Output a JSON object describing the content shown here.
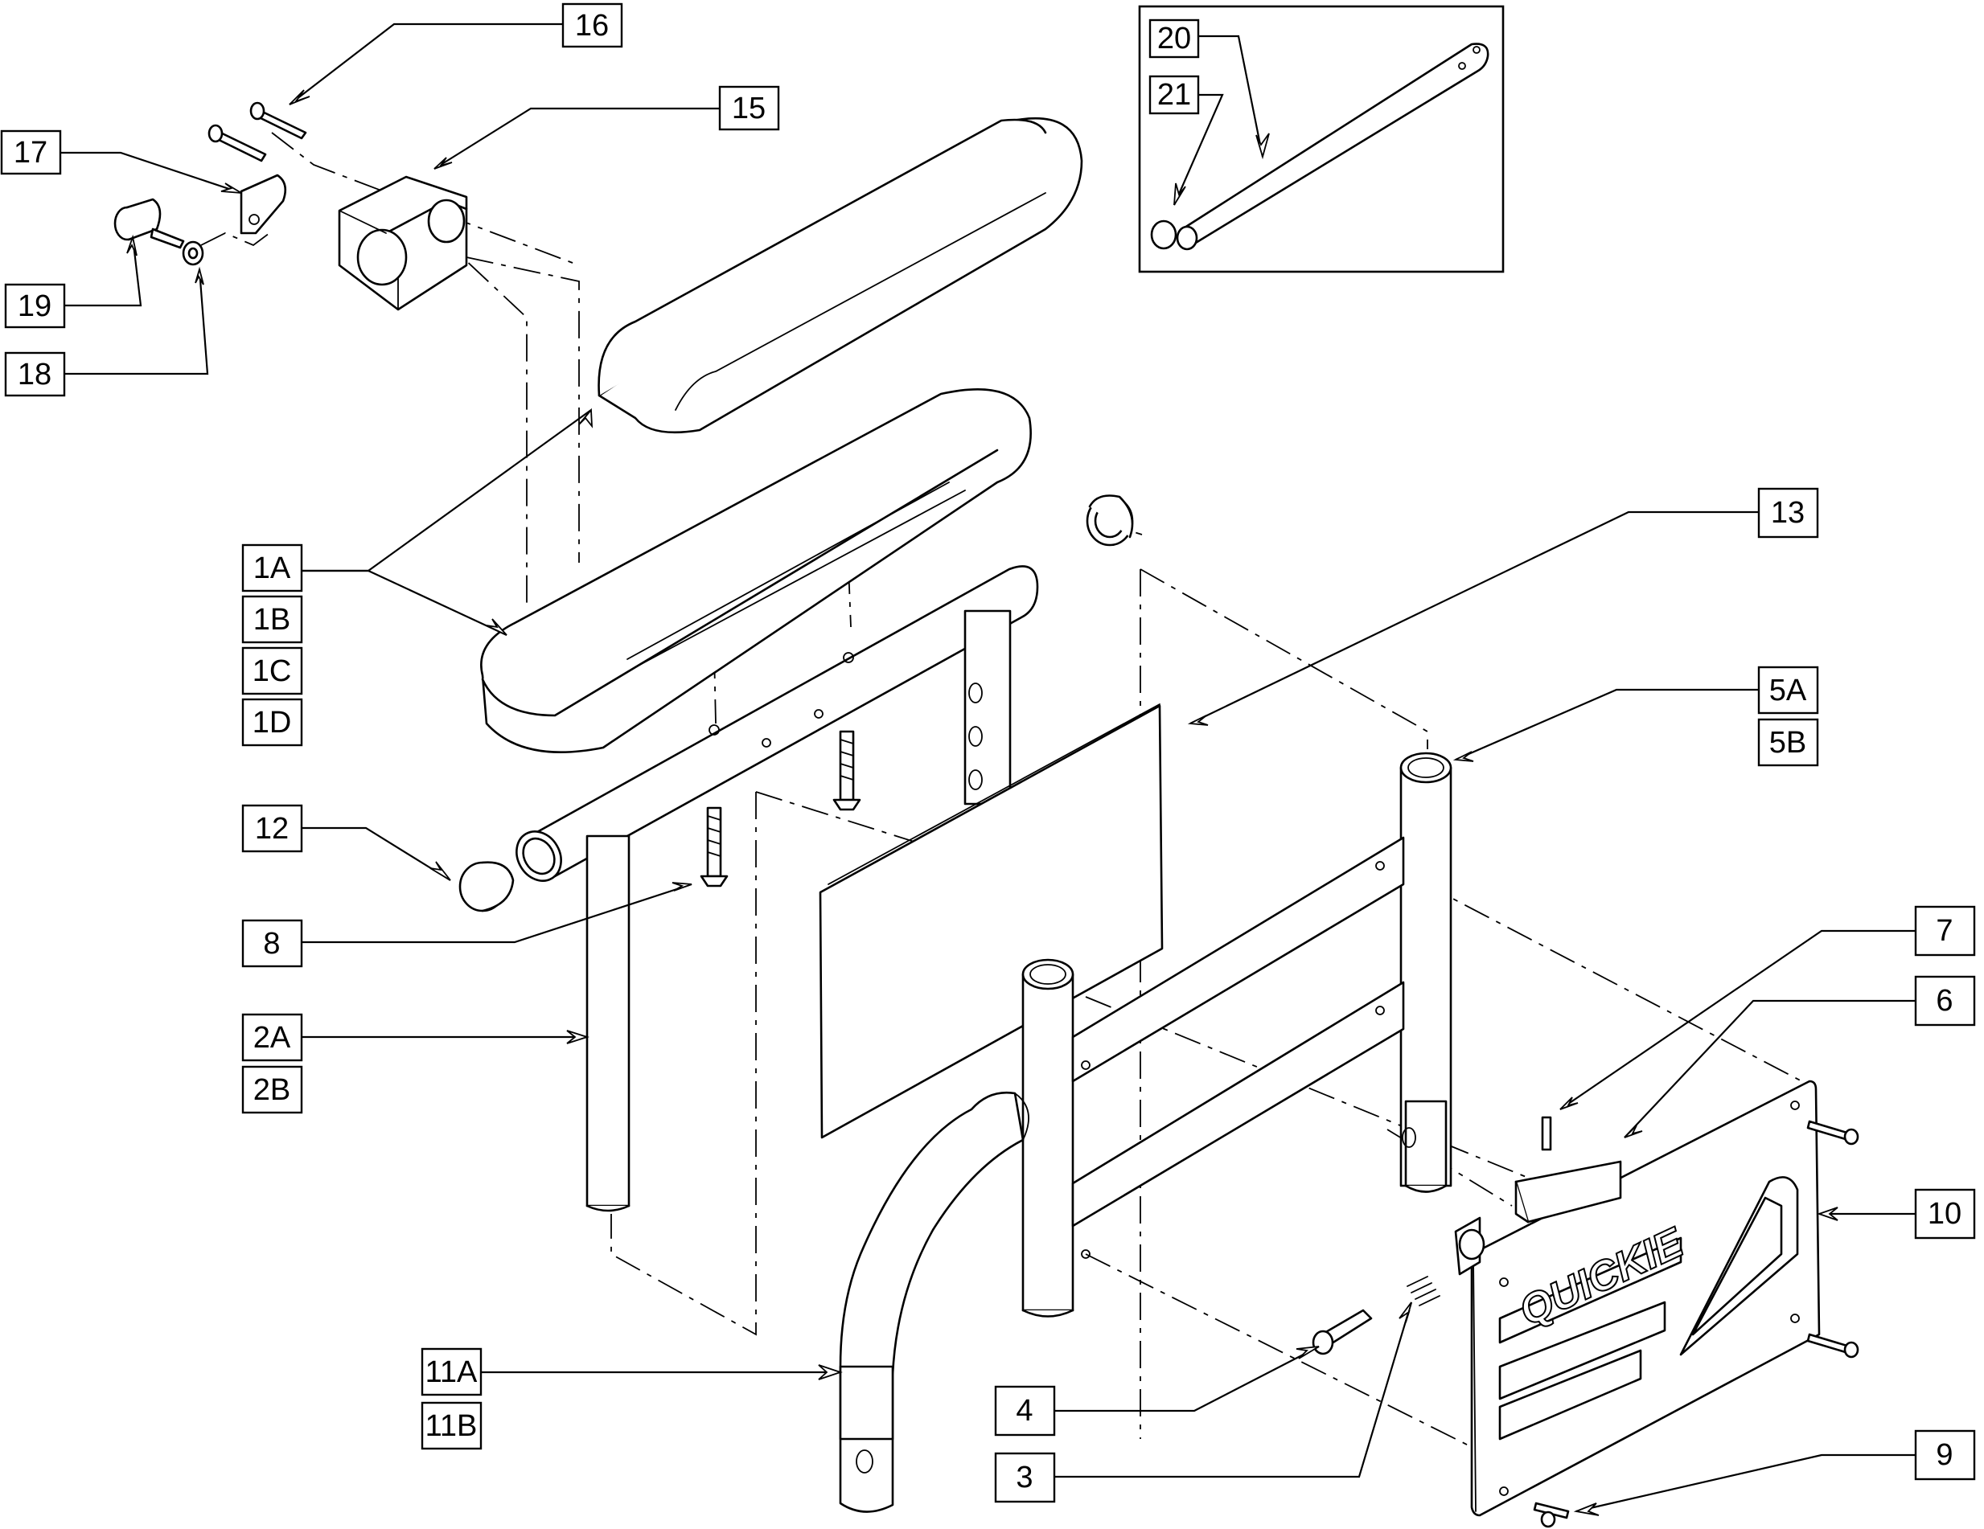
{
  "diagram": {
    "callouts": [
      {
        "id": "c16",
        "label": "16"
      },
      {
        "id": "c15",
        "label": "15"
      },
      {
        "id": "c17",
        "label": "17"
      },
      {
        "id": "c19",
        "label": "19"
      },
      {
        "id": "c18",
        "label": "18"
      },
      {
        "id": "c20",
        "label": "20"
      },
      {
        "id": "c21",
        "label": "21"
      },
      {
        "id": "c1A",
        "label": "1A"
      },
      {
        "id": "c1B",
        "label": "1B"
      },
      {
        "id": "c1C",
        "label": "1C"
      },
      {
        "id": "c1D",
        "label": "1D"
      },
      {
        "id": "c13",
        "label": "13"
      },
      {
        "id": "c5A",
        "label": "5A"
      },
      {
        "id": "c5B",
        "label": "5B"
      },
      {
        "id": "c12",
        "label": "12"
      },
      {
        "id": "c8",
        "label": "8"
      },
      {
        "id": "c7",
        "label": "7"
      },
      {
        "id": "c6",
        "label": "6"
      },
      {
        "id": "c2A",
        "label": "2A"
      },
      {
        "id": "c2B",
        "label": "2B"
      },
      {
        "id": "c10",
        "label": "10"
      },
      {
        "id": "c11A",
        "label": "11A"
      },
      {
        "id": "c11B",
        "label": "11B"
      },
      {
        "id": "c4",
        "label": "4"
      },
      {
        "id": "c3",
        "label": "3"
      },
      {
        "id": "c9",
        "label": "9"
      }
    ],
    "side_panel_logo": "QUICKIE"
  }
}
